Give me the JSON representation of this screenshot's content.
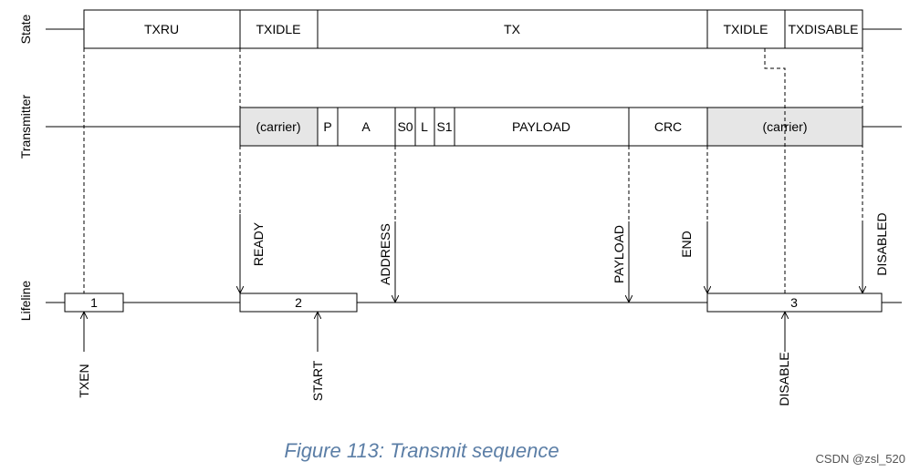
{
  "rows": {
    "state": "State",
    "transmitter": "Transmitter",
    "lifeline": "Lifeline"
  },
  "states": [
    "TXRU",
    "TXIDLE",
    "TX",
    "TXIDLE",
    "TXDISABLE"
  ],
  "packet": [
    "(carrier)",
    "P",
    "A",
    "S0",
    "L",
    "S1",
    "PAYLOAD",
    "CRC",
    "(carrier)"
  ],
  "lifeline_boxes": [
    "1",
    "2",
    "3"
  ],
  "events_top": [
    "READY",
    "ADDRESS",
    "PAYLOAD",
    "END",
    "DISABLED"
  ],
  "tasks_bottom": [
    "TXEN",
    "START",
    "DISABLE"
  ],
  "caption": "Figure 113: Transmit sequence",
  "credit": "CSDN @zsl_520"
}
